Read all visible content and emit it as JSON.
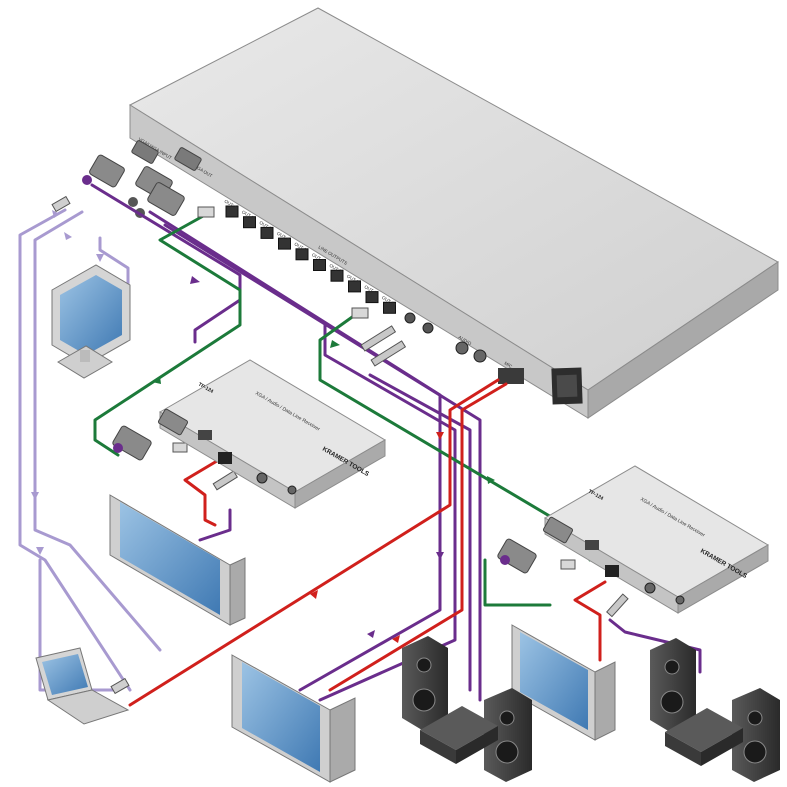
{
  "switcher": {
    "label_vga_input": "VGA/UXGA INPUT",
    "label_vga_output": "VGA/UXGA OUT",
    "label_line_outputs": "LINE OUTPUTS",
    "out_ports": [
      "OUT 1",
      "OUT 2",
      "OUT 3",
      "OUT 4",
      "OUT 5",
      "OUT 6",
      "OUT 7",
      "OUT 8",
      "OUT 9",
      "OUT 10"
    ],
    "label_audio": "AUDIO",
    "label_mic": "MIC"
  },
  "receiver_left": {
    "model": "TP-124",
    "brand": "KRAMER TOOLS",
    "description": "XGA / Audio / Data Line Receiver"
  },
  "receiver_right": {
    "model": "TP-124",
    "brand": "KRAMER TOOLS",
    "description": "XGA / Audio / Data Line Receiver"
  },
  "cable_colors": {
    "vga": "#6a2d8c",
    "vga_light": "#a89ad0",
    "twisted_pair": "#1c7a3a",
    "control": "#d0201c",
    "chassis": "#d9d9d9"
  },
  "icons": [
    "monitor-icon",
    "laptop-icon",
    "plasma-display-icon",
    "speaker-icon",
    "amplifier-icon",
    "vga-connector-icon",
    "rj45-connector-icon",
    "audio-plug-icon",
    "power-socket-icon"
  ]
}
